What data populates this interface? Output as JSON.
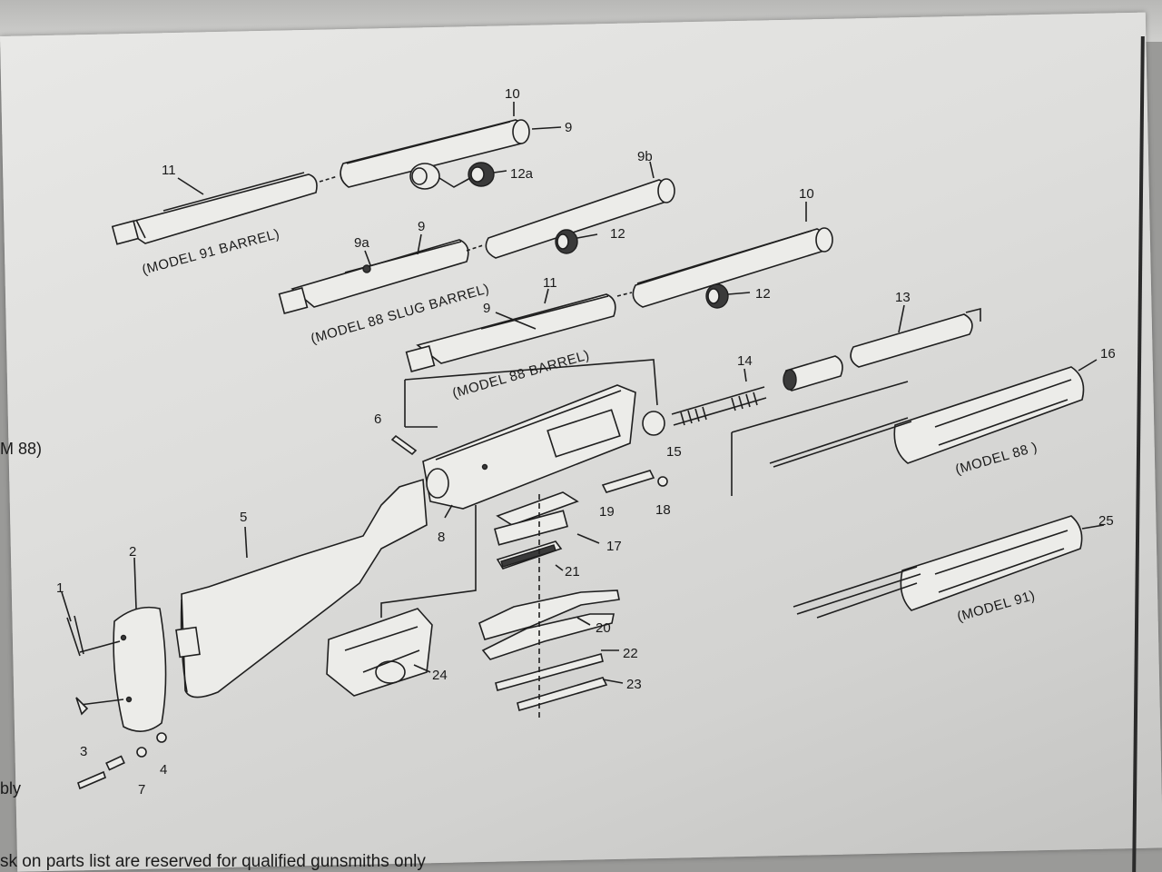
{
  "side_text": {
    "model": "M 88)",
    "assembly": "bly"
  },
  "footer": "sk on parts list are reserved for qualified gunsmiths only",
  "captions": {
    "model_91_barrel": "(MODEL 91 BARREL)",
    "model_88_slug_barrel": "(MODEL 88 SLUG BARREL)",
    "model_88_barrel": "(MODEL 88 BARREL)",
    "model_88": "(MODEL 88 )",
    "model_91": "(MODEL 91)"
  },
  "part_labels": {
    "p1": "1",
    "p2": "2",
    "p3": "3",
    "p4": "4",
    "p5": "5",
    "p6": "6",
    "p7": "7",
    "p8": "8",
    "p9_top": "9",
    "p9_slug": "9",
    "p9_88": "9",
    "p9a": "9a",
    "p9b": "9b",
    "p10_top": "10",
    "p10_mid": "10",
    "p11_top": "11",
    "p11_88": "11",
    "p12a": "12a",
    "p12_slug": "12",
    "p12_88": "12",
    "p13": "13",
    "p14": "14",
    "p15": "15",
    "p16": "16",
    "p17": "17",
    "p18": "18",
    "p19": "19",
    "p20": "20",
    "p21": "21",
    "p22": "22",
    "p23": "23",
    "p24": "24",
    "p25": "25"
  }
}
